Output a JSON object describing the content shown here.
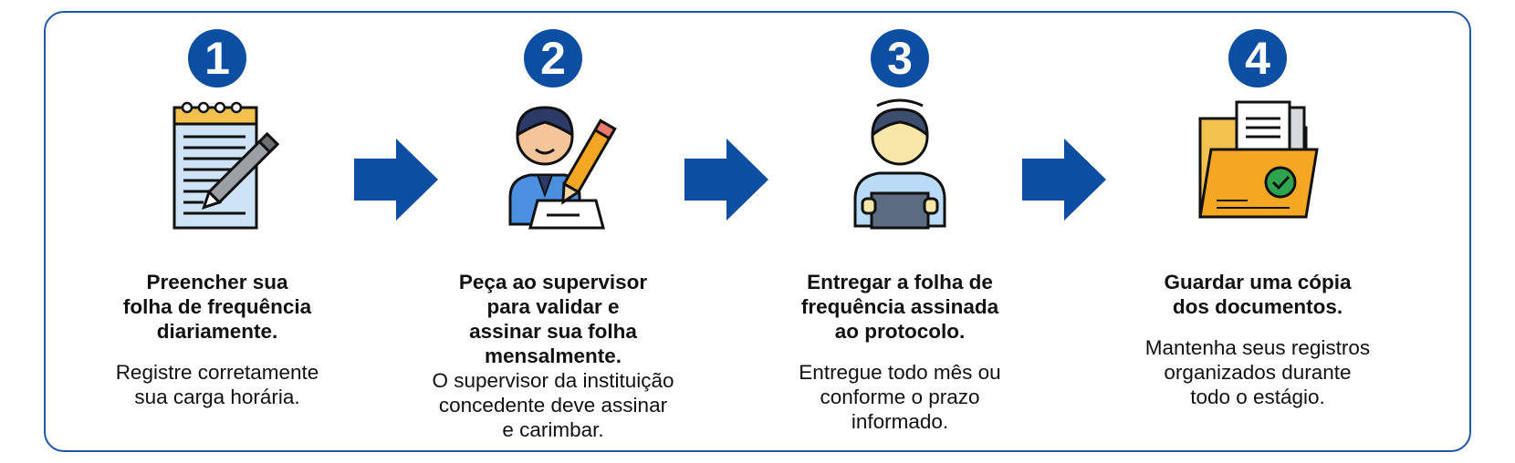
{
  "steps": [
    {
      "number": "1",
      "title_lines": [
        "Preencher sua",
        "folha de frequência",
        "diariamente."
      ],
      "desc_lines": [
        "Registre corretamente",
        "sua carga horária."
      ],
      "icon": "notepad-pen-icon"
    },
    {
      "number": "2",
      "title_lines": [
        "Peça ao supervisor",
        "para validar e",
        "assinar sua folha",
        "mensalmente."
      ],
      "desc_lines": [
        "O supervisor da instituição",
        "concedente deve assinar",
        "e carimbar."
      ],
      "icon": "supervisor-signing-icon"
    },
    {
      "number": "3",
      "title_lines": [
        "Entregar a folha de",
        "frequência assinada",
        "ao protocolo."
      ],
      "desc_lines": [
        "Entregue todo mês ou",
        "conforme o prazo",
        "informado."
      ],
      "icon": "person-holding-document-icon"
    },
    {
      "number": "4",
      "title_lines": [
        "Guardar uma cópia",
        "dos documentos."
      ],
      "desc_lines": [
        "Mantenha seus registros",
        "organizados durante",
        "todo o estágio."
      ],
      "icon": "folder-check-icon"
    }
  ],
  "colors": {
    "accent": "#0b4ea2",
    "border": "#1f56a6",
    "arrow": "#0b4ea2"
  }
}
